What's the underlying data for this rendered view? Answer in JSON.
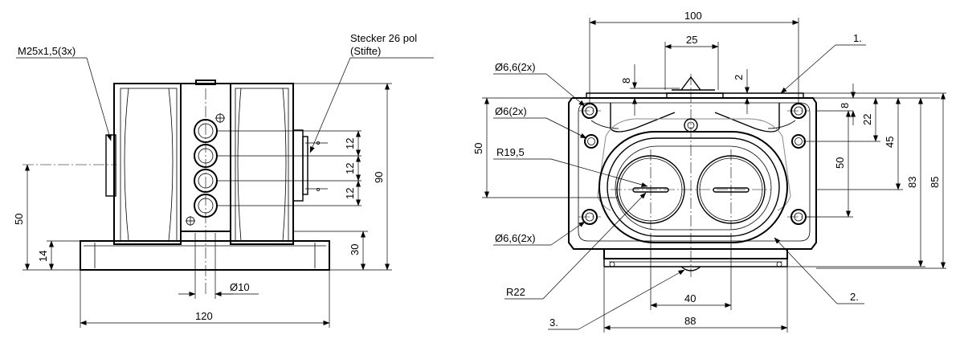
{
  "left_view": {
    "thread_label": "M25x1,5(3x)",
    "connector_label_line1": "Stecker 26 pol",
    "connector_label_line2": "(Stifte)",
    "dim_width": "120",
    "dim_height_total": "90",
    "dim_height_lower": "30",
    "dim_height_50": "50",
    "dim_base_14": "14",
    "dim_pitch_a": "12",
    "dim_pitch_b": "12",
    "dim_pitch_c": "12",
    "dim_hole_dia": "Ø10"
  },
  "right_view": {
    "dim_width_100": "100",
    "dim_width_25": "25",
    "dim_8_top": "8",
    "dim_2": "2",
    "dim_8_right": "8",
    "dim_22": "22",
    "dim_45": "45",
    "dim_50_right": "50",
    "dim_83": "83",
    "dim_85": "85",
    "dim_50_left": "50",
    "dim_40": "40",
    "dim_88": "88",
    "hole_a": "Ø6,6(2x)",
    "hole_b": "Ø6(2x)",
    "hole_c": "Ø6,6(2x)",
    "radius_a": "R19,5",
    "radius_b": "R22",
    "callout_1": "1.",
    "callout_2": "2.",
    "callout_3": "3."
  }
}
